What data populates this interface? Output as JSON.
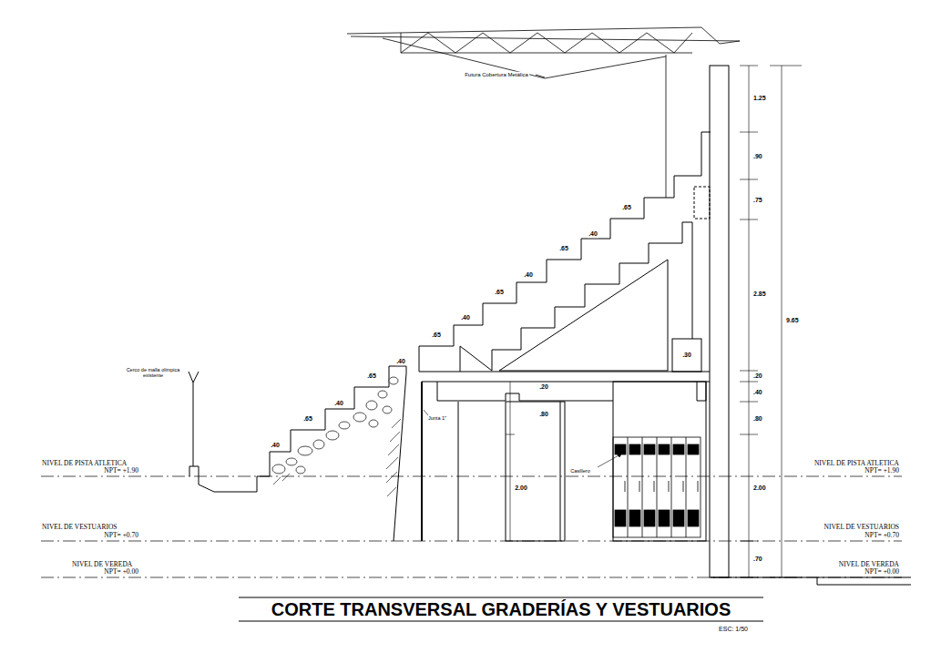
{
  "diagram": {
    "title": "CORTE TRANSVERSAL GRADERÍAS Y VESTUARIOS",
    "labels": [
      "Futura Cobertura Metálica",
      "Cerco de malla olimpica existente",
      ".40",
      ".65",
      ".40",
      ".65",
      ".40",
      ".65",
      ".40",
      ".65",
      ".40",
      ".65",
      ".40",
      ".65",
      ".30",
      "Junta 1\"",
      ".20",
      ".80",
      "2.00",
      "Casillero",
      "1.25",
      ".90",
      ".75",
      "2.85",
      ".20",
      ".40",
      ".80",
      "2.00",
      ".70",
      "9.65",
      "NIVEL DE PISTA ATLETICA",
      "NPT= +1.90",
      "NIVEL DE VESTUARIOS",
      "NPT= +0.70",
      "NIVEL DE VEREDA",
      "NPT= +0.00",
      "NIVEL DE PISTA ATLETICA",
      "NPT= +1.90",
      "NIVEL DE VESTUARIOS",
      "NPT= +0.70",
      "NIVEL DE VEREDA",
      "NPT= +0.00",
      "ESC: 1/50"
    ]
  }
}
